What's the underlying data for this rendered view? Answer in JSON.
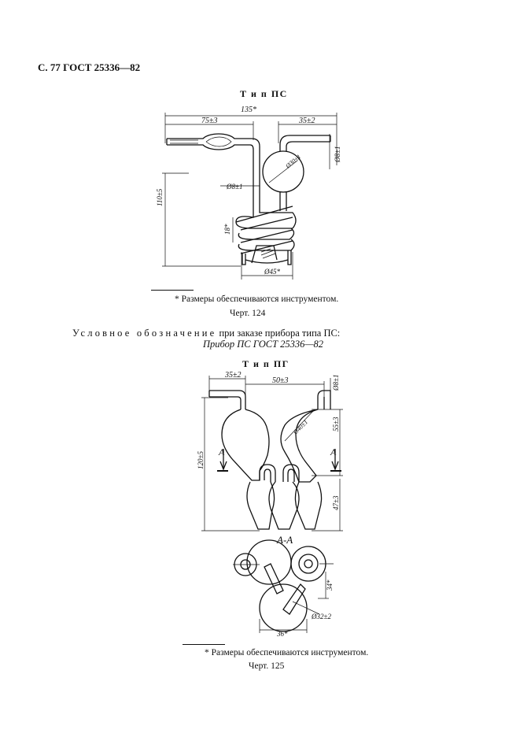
{
  "header": "С. 77 ГОСТ 25336—82",
  "fig124": {
    "title": "Т и п  ПС",
    "dims": {
      "overall_width": "135*",
      "left_width": "75±3",
      "right_width": "35±2",
      "bulb_diam": "Ø30±1",
      "tube_diam_right": "Ø8±1",
      "tube_diam_left": "Ø8±1",
      "height": "110±5",
      "coil_pitch": "18*",
      "coil_diam": "Ø45*"
    },
    "footnote": "* Размеры обеспечиваются инструментом.",
    "caption": "Черт. 124"
  },
  "designation": {
    "spaced": "Условное обозначение",
    "rest": " при заказе прибора типа ПС:",
    "product": "Прибор ПС ГОСТ 25336—82"
  },
  "fig125": {
    "title": "Т и п  ПГ",
    "dims": {
      "left_offset": "35±2",
      "center_spacing": "50±3",
      "tube_diam": "Ø8±1",
      "bulb_diam": "Ø40±1",
      "bulb_height": "55±3",
      "total_height": "120±5",
      "lower_height": "47±3",
      "section_a_left": "A",
      "section_a_right": "A",
      "section_label": "A-A",
      "section_height": "34*",
      "section_bulb_diam": "Ø32±2",
      "section_width": "36*"
    },
    "footnote": "* Размеры обеспечиваются инструментом.",
    "caption": "Черт. 125"
  }
}
